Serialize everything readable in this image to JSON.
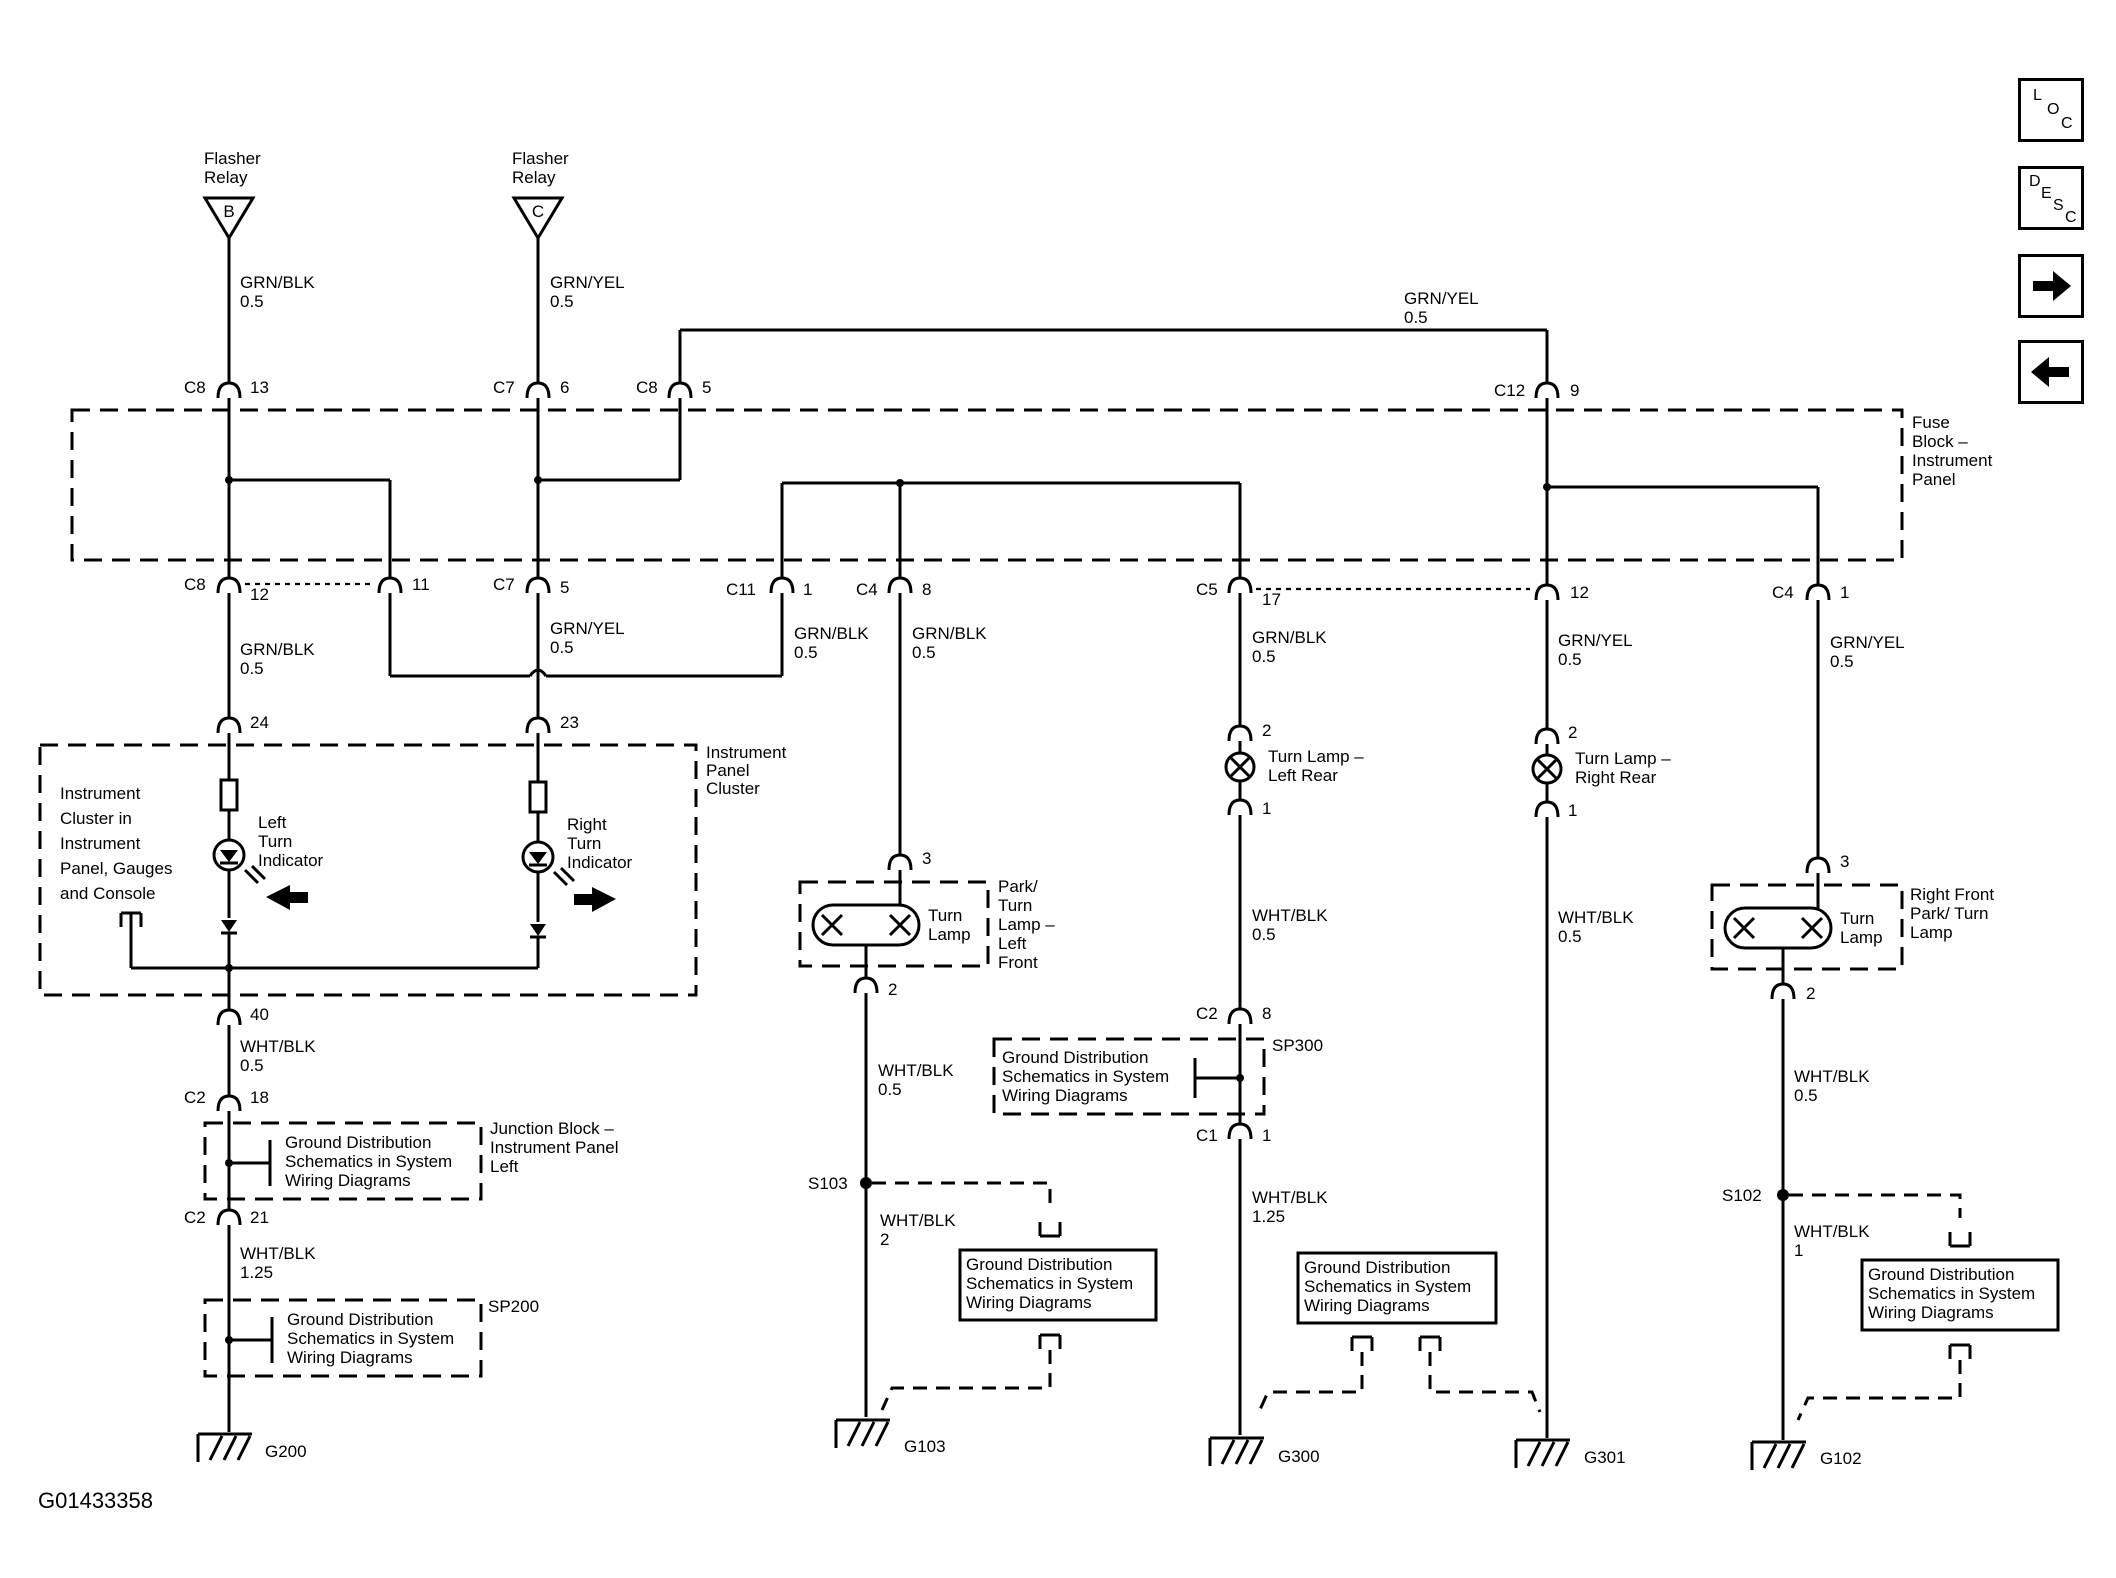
{
  "relays": [
    {
      "name": "Flasher\nRelay",
      "pin": "B"
    },
    {
      "name": "Flasher\nRelay",
      "pin": "C"
    }
  ],
  "wires": {
    "grn_blk": "GRN/BLK",
    "grn_yel": "GRN/YEL",
    "wht_blk": "WHT/BLK",
    "g05": "0.5",
    "g125": "1.25",
    "g2": "2",
    "g1": "1"
  },
  "connectors": {
    "c8": "C8",
    "c7": "C7",
    "c12": "C12",
    "c11": "C11",
    "c4": "C4",
    "c5": "C5",
    "c2": "C2",
    "c1": "C1",
    "p13": "13",
    "p6": "6",
    "p5": "5",
    "p9": "9",
    "p12": "12",
    "p11": "11",
    "p1": "1",
    "p8": "8",
    "p17": "17",
    "p24": "24",
    "p23": "23",
    "p40": "40",
    "p18": "18",
    "p21": "21",
    "p3": "3",
    "p2": "2"
  },
  "components": {
    "fuse_block": "Fuse\nBlock –\nInstrument\nPanel",
    "ipc": "Instrument\nPanel\nCluster",
    "ipc_note": "Instrument\nCluster in\nInstrument\nPanel, Gauges\nand Console",
    "left_ind": "Left\nTurn\nIndicator",
    "right_ind": "Right\nTurn\nIndicator",
    "turn_lamp": "Turn\nLamp",
    "lf_lamp": "Park/\nTurn\nLamp –\nLeft\nFront",
    "rf_lamp": "Right Front\nPark/ Turn\nLamp",
    "lr_lamp": "Turn Lamp –\nLeft Rear",
    "rr_lamp": "Turn Lamp –\nRight Rear",
    "junction": "Junction Block –\nInstrument Panel\nLeft",
    "gds": "Ground Distribution\nSchematics in System\nWiring Diagrams",
    "sp200": "SP200",
    "sp300": "SP300",
    "s103": "S103",
    "s102": "S102",
    "g200": "G200",
    "g103": "G103",
    "g300": "G300",
    "g301": "G301",
    "g102": "G102"
  },
  "figure_id": "G01433358",
  "nav": {
    "loc": [
      "L",
      "O",
      "C"
    ],
    "desc": [
      "D",
      "E",
      "S",
      "C"
    ],
    "next": "right-arrow-icon",
    "prev": "left-arrow-icon"
  }
}
